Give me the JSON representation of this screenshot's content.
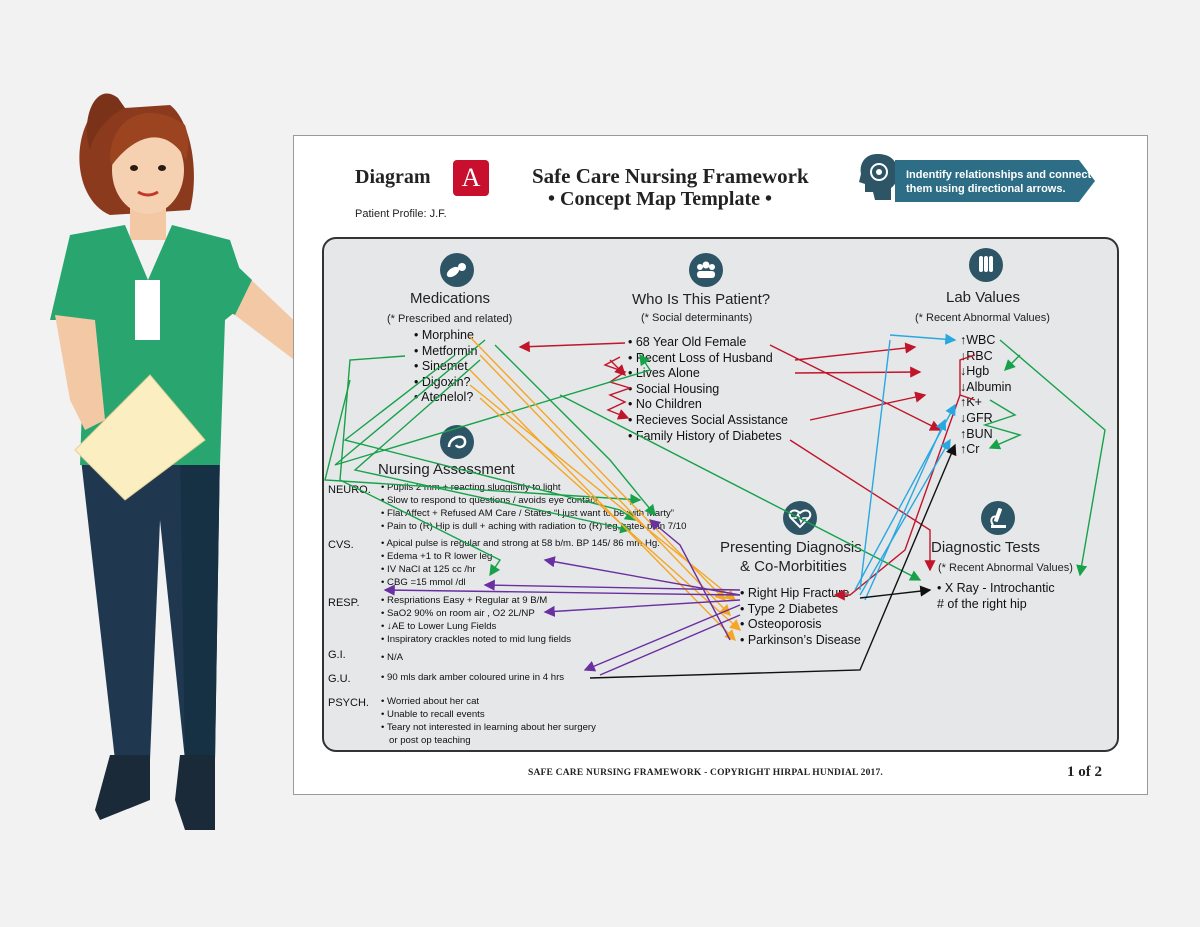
{
  "header": {
    "diagram_label": "Diagram",
    "diagram_letter": "A",
    "title_line1": "Safe Care Nursing Framework",
    "title_line2": "• Concept Map Template •",
    "patient_profile": "Patient Profile: J.F.",
    "instruction": "Indentify relationships and connect them using directional arrows."
  },
  "medications": {
    "title": "Medications",
    "subtitle": "(* Prescribed and related)",
    "items": [
      "• Morphine",
      "• Metformin",
      "• Sinemet",
      "• Digoxin?",
      "• Atenelol?"
    ]
  },
  "patient": {
    "title": "Who Is This Patient?",
    "subtitle": "(* Social determinants)",
    "items": [
      "• 68 Year Old Female",
      "• Recent Loss of Husband",
      "• Lives Alone",
      "• Social Housing",
      "• No Children",
      "• Recieves Social Assistance",
      "• Family History of Diabetes"
    ]
  },
  "labs": {
    "title": "Lab Values",
    "subtitle": "(* Recent Abnormal Values)",
    "items": [
      "↑WBC",
      "↓RBC",
      "↓Hgb",
      "↓Albumin",
      "↑K+",
      "↓GFR",
      "↑BUN",
      "↑Cr"
    ]
  },
  "assessment": {
    "title": "Nursing Assessment",
    "systems": [
      {
        "label": "NEURO.",
        "items": [
          "• Pupils 2 mm + reacting sluggishly to light",
          "• Slow to respond to questions / avoids eye contact",
          "• Flat Affect + Refused AM Care / States “I just want to be with Marty”",
          "• Pain to (R) Hip is dull + aching with radiation to (R) leg, rates pain 7/10"
        ]
      },
      {
        "label": "CVS.",
        "items": [
          "• Apical pulse is regular and strong at 58 b/m. BP 145/ 86 mm Hg.",
          "• Edema +1 to R lower leg",
          "• IV NaCl at 125 cc /hr",
          "• CBG =15 mmol /dl"
        ]
      },
      {
        "label": "RESP.",
        "items": [
          "• Respriations Easy + Regular at 9 B/M",
          "• SaO2 90% on room air , O2 2L/NP",
          "• ↓AE to Lower Lung Fields",
          "• Inspiratory crackles noted to mid lung fields"
        ]
      },
      {
        "label": "G.I.",
        "items": [
          "• N/A"
        ]
      },
      {
        "label": "G.U.",
        "items": [
          "• 90 mls dark amber coloured urine in 4 hrs"
        ]
      },
      {
        "label": "PSYCH.",
        "items": [
          "• Worried about her cat",
          "• Unable to recall events",
          "• Teary not interested in learning about her surgery",
          "  or post op teaching"
        ]
      }
    ]
  },
  "diagnosis": {
    "title_line1": "Presenting Diagnosis",
    "title_line2": "& Co-Morbitities",
    "items": [
      "• Right Hip Fracture",
      "• Type 2 Diabetes",
      "• Osteoporosis",
      "• Parkinson’s Disease"
    ]
  },
  "tests": {
    "title": "Diagnostic Tests",
    "subtitle": "(* Recent Abnormal Values)",
    "items": [
      "• X Ray - Introchantic",
      "# of the right hip"
    ]
  },
  "footer": {
    "copyright": "SAFE CARE NURSING FRAMEWORK - COPYRIGHT HIRPAL HUNDIAL 2017.",
    "page": "1 of 2"
  },
  "colors": {
    "accent_red": "#c8102e",
    "banner_teal": "#2d6e86",
    "icon_dark": "#2d5566",
    "arrow_red": "#c0152a",
    "arrow_green": "#17a24a",
    "arrow_orange": "#f5a623",
    "arrow_purple": "#6a2fa0",
    "arrow_blue": "#29a8e0",
    "arrow_black": "#111111"
  }
}
